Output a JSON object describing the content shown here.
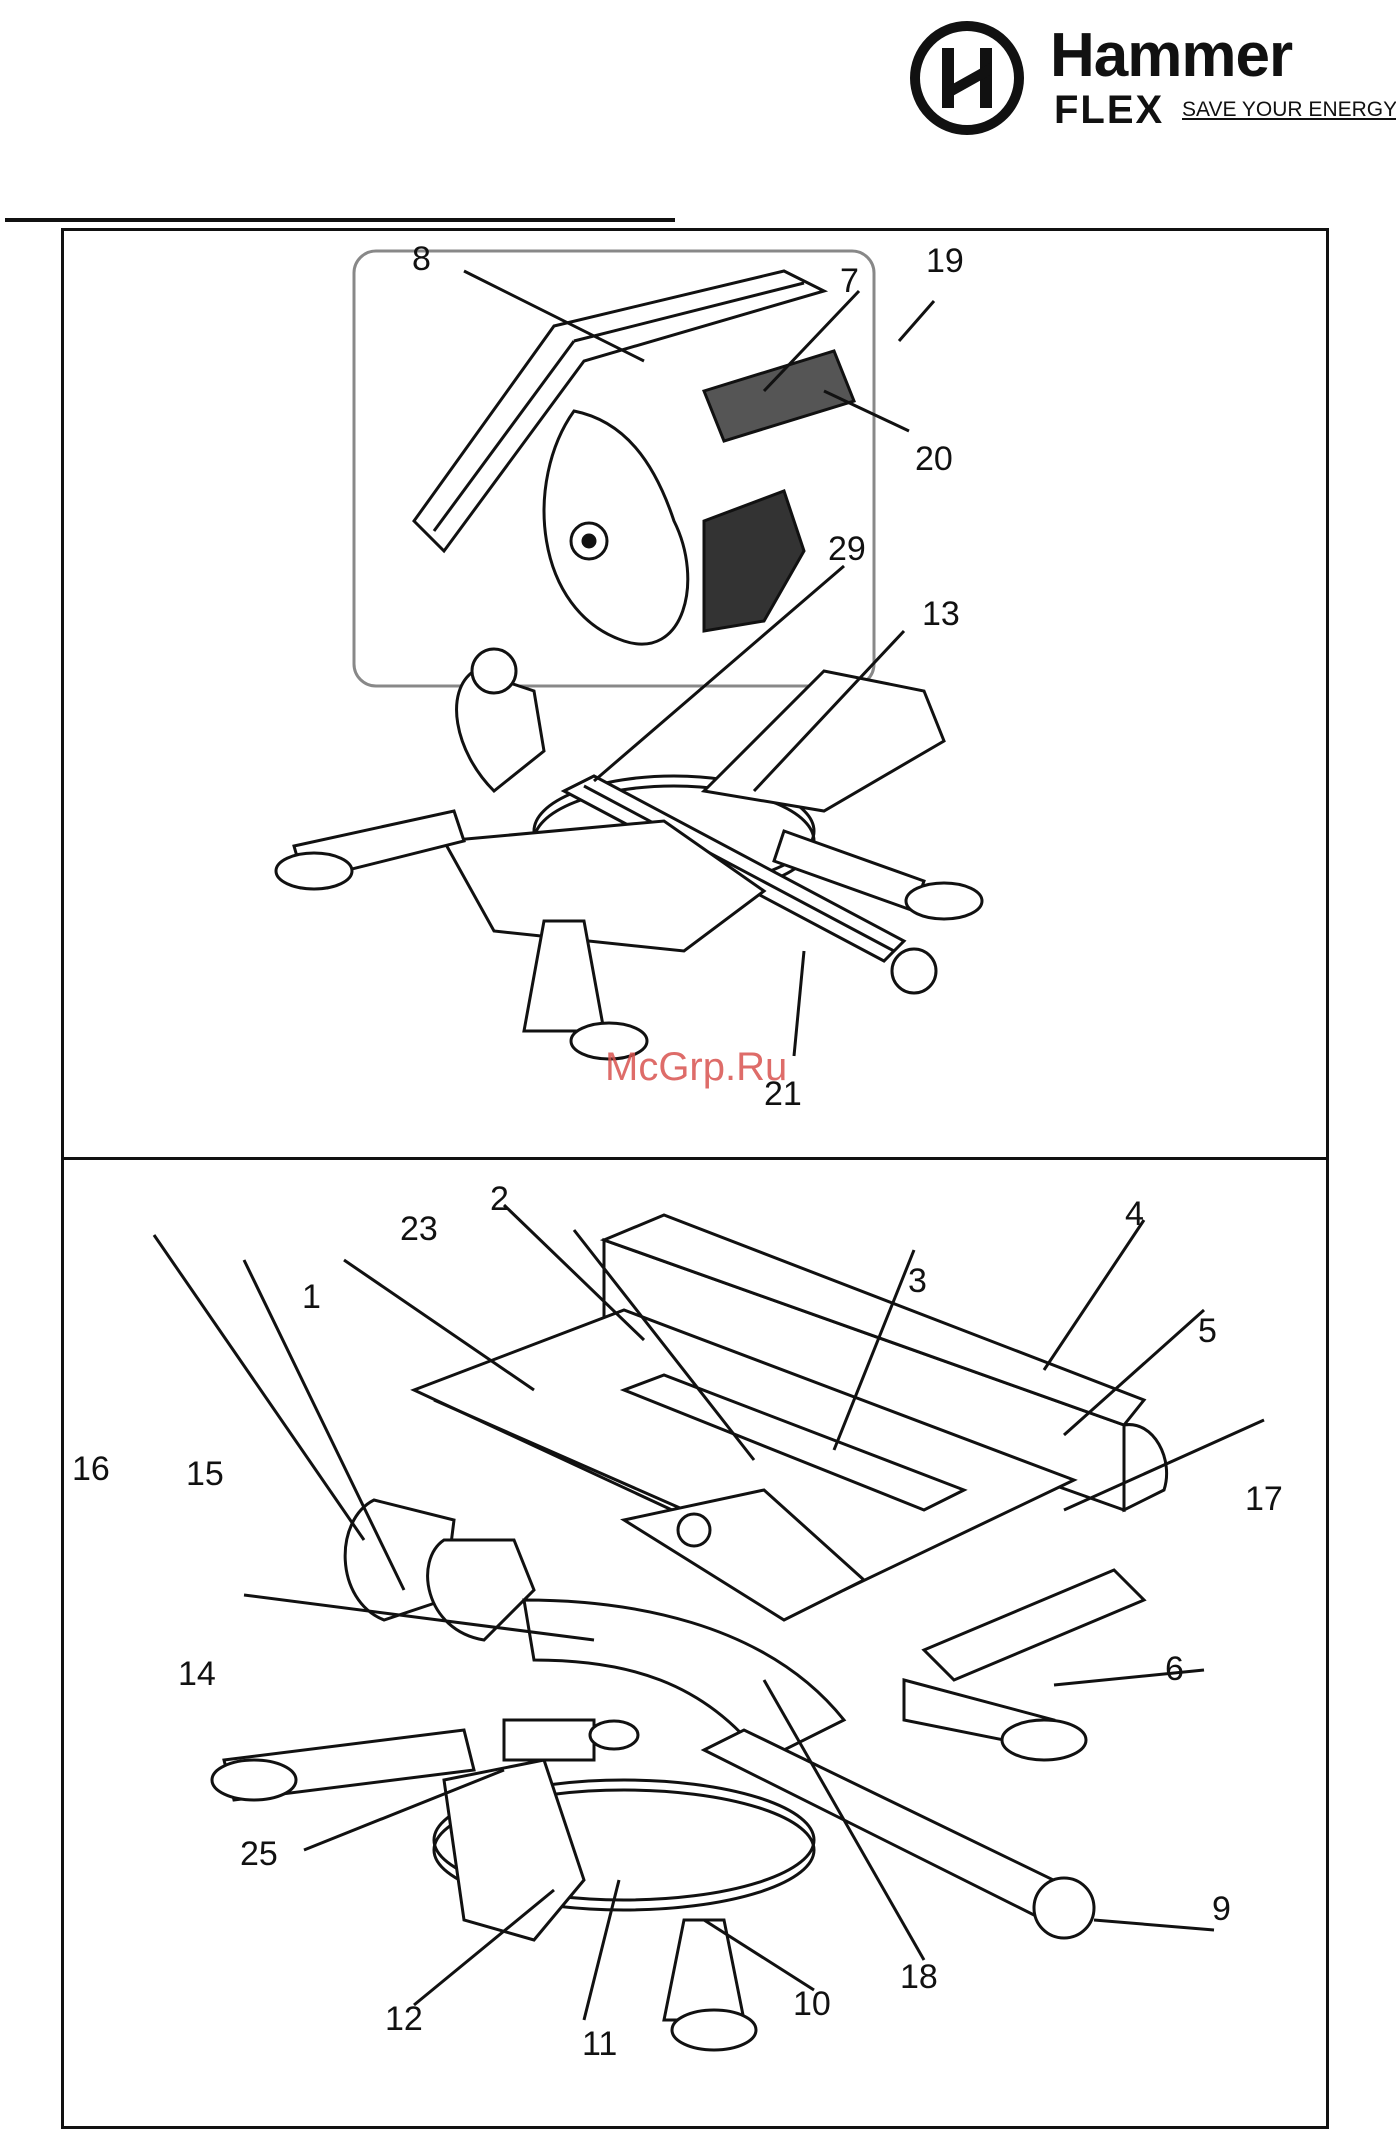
{
  "header": {
    "brand_name": "Hammer",
    "brand_sub": "FLEX",
    "brand_tag": "SAVE YOUR ENERGY"
  },
  "figure_top": {
    "labels": [
      "8",
      "7",
      "19",
      "20",
      "29",
      "13",
      "21"
    ]
  },
  "figure_bottom": {
    "labels": [
      "2",
      "4",
      "23",
      "3",
      "1",
      "5",
      "16",
      "15",
      "17",
      "6",
      "14",
      "25",
      "9",
      "12",
      "18",
      "10",
      "11"
    ]
  },
  "watermark": "McGrp.Ru"
}
